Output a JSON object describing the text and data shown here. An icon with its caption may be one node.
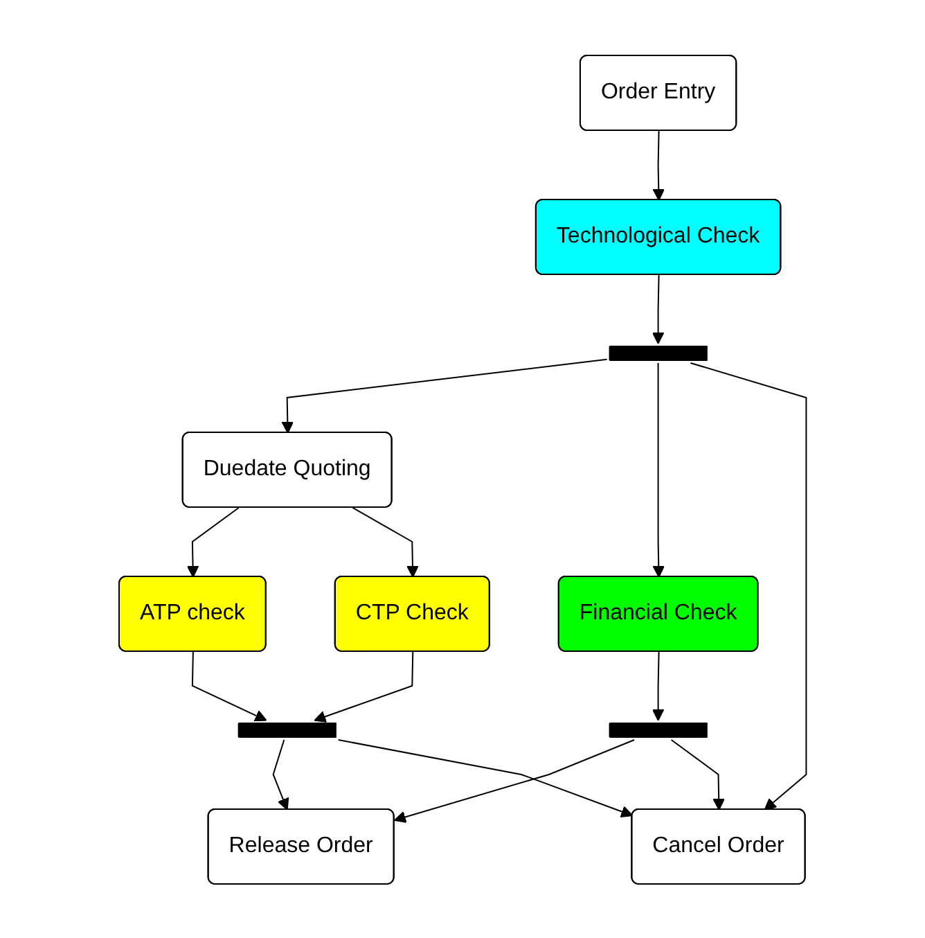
{
  "diagram": {
    "nodes": [
      {
        "text": [
          "Order Entry"
        ]
      },
      {
        "text": [
          "Technological Check"
        ]
      },
      {
        "text": [],
        "shape": "bar"
      },
      {
        "text": [
          "Duedate Quoting"
        ]
      },
      {
        "text": [
          "ATP check"
        ]
      },
      {
        "text": [
          "CTP Check"
        ]
      },
      {
        "text": [
          "Financial Check"
        ]
      },
      {
        "text": [],
        "shape": "bar"
      },
      {
        "text": [],
        "shape": "bar"
      },
      {
        "text": [
          "Release Order"
        ]
      },
      {
        "text": [
          "Cancel Order"
        ]
      }
    ],
    "edges": [
      {
        "from": 0,
        "to": 1,
        "arrow": "to"
      },
      {
        "from": 1,
        "to": 2,
        "arrow": "to"
      },
      {
        "from": 2,
        "to": 3,
        "arrow": "to"
      },
      {
        "from": 2,
        "to": 6,
        "arrow": "to"
      },
      {
        "from": 2,
        "to": 10,
        "arrow": "to"
      },
      {
        "from": 3,
        "to": 4,
        "arrow": "to"
      },
      {
        "from": 3,
        "to": 5,
        "arrow": "to"
      },
      {
        "from": 4,
        "to": 7,
        "arrow": "to"
      },
      {
        "from": 5,
        "to": 7,
        "arrow": "to"
      },
      {
        "from": 6,
        "to": 8,
        "arrow": "to"
      },
      {
        "from": 7,
        "to": 9,
        "arrow": "to"
      },
      {
        "from": 7,
        "to": 10,
        "arrow": "to"
      },
      {
        "from": 8,
        "to": 9,
        "arrow": "to"
      },
      {
        "from": 8,
        "to": 10,
        "arrow": "to"
      }
    ]
  }
}
